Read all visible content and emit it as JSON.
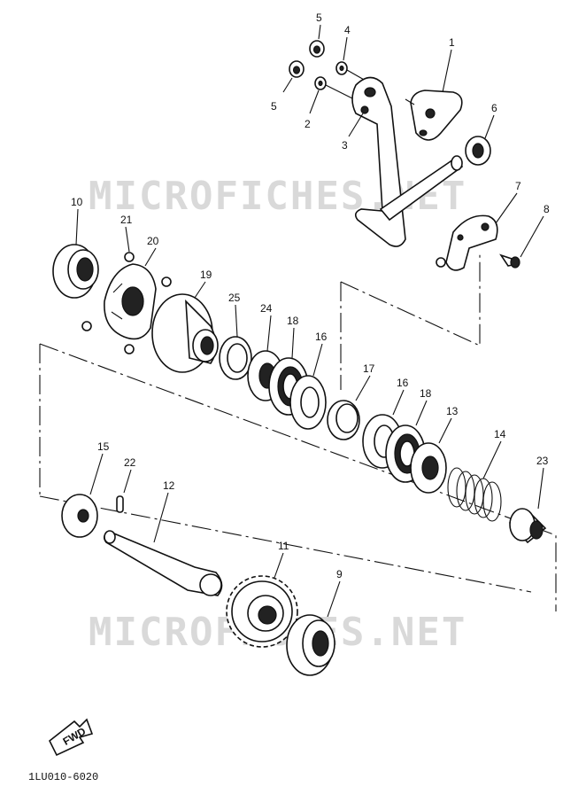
{
  "watermark": "MICROFICHES.NET",
  "diagram_code": "1LU010-6020",
  "fwd_label": "FWD",
  "part_numbers": {
    "p1": "1",
    "p2": "2",
    "p3": "3",
    "p4": "4",
    "p5a": "5",
    "p5b": "5",
    "p6": "6",
    "p7": "7",
    "p8": "8",
    "p9": "9",
    "p10": "10",
    "p11": "11",
    "p12": "12",
    "p13": "13",
    "p14": "14",
    "p15": "15",
    "p16a": "16",
    "p16b": "16",
    "p17": "17",
    "p18a": "18",
    "p18b": "18",
    "p19": "19",
    "p20": "20",
    "p21": "21",
    "p22": "22",
    "p23": "23",
    "p24": "24",
    "p25": "25"
  }
}
